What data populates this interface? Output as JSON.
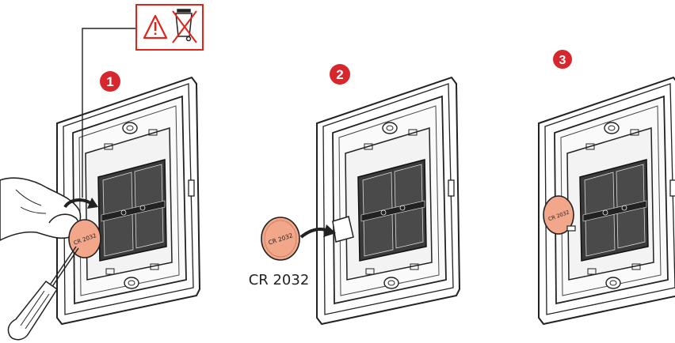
{
  "steps": [
    {
      "number": "1",
      "battery_label": "CR 2032"
    },
    {
      "number": "2",
      "battery_label": "CR 2032"
    },
    {
      "number": "3",
      "battery_label": "CR 2032"
    }
  ],
  "caption": "CR 2032",
  "warning": {
    "icons": [
      "warning-triangle-icon",
      "crossed-out-bin-icon"
    ]
  },
  "colors": {
    "step_badge": "#d7262c",
    "warning_border": "#e2231a",
    "battery_fill": "#f2a68a",
    "outline": "#222222"
  }
}
